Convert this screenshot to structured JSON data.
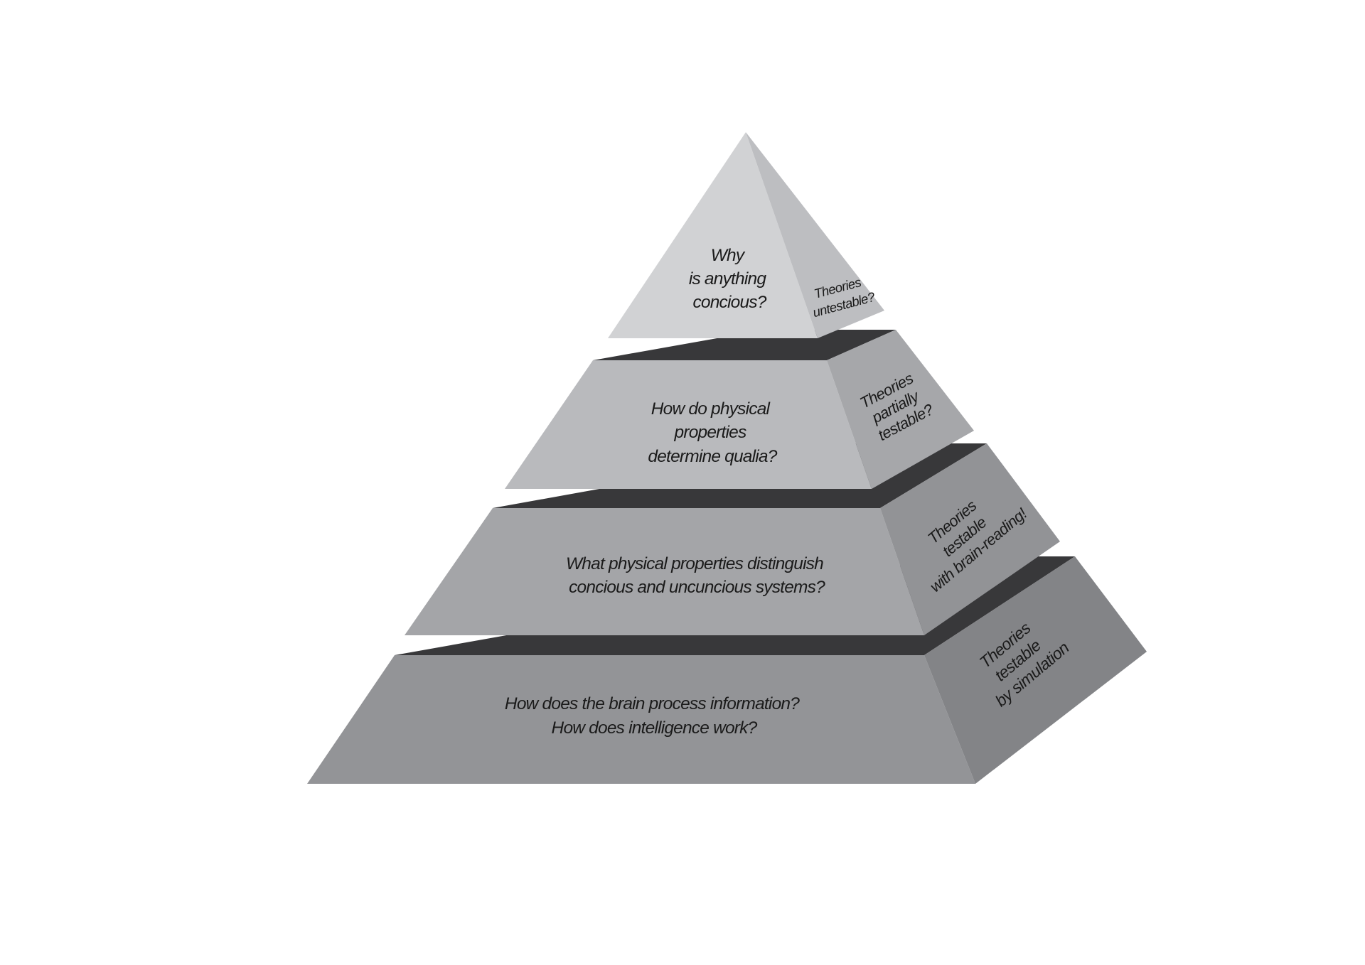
{
  "colors": {
    "background": "#ffffff",
    "tier1_front": "#d1d2d4",
    "tier1_side": "#bdbec1",
    "tier2_front": "#b9babd",
    "tier2_side": "#a6a7aa",
    "tier3_front": "#a4a5a8",
    "tier3_side": "#929396",
    "tier4_front": "#939497",
    "tier4_side": "#838487",
    "tier_top": "#38383a",
    "text": "#1a1a1a"
  },
  "tiers": [
    {
      "question_lines": [
        "Why",
        "is anything",
        "concious?"
      ],
      "side_lines": [
        "Theories",
        "untestable?"
      ]
    },
    {
      "question_lines": [
        "How do physical",
        "properties",
        "determine qualia?"
      ],
      "side_lines": [
        "Theories",
        "partially",
        "testable?"
      ]
    },
    {
      "question_lines": [
        "What physical properties distinguish",
        "concious and uncuncious systems?"
      ],
      "side_lines": [
        "Theories",
        "testable",
        "with brain-reading!"
      ]
    },
    {
      "question_lines": [
        "How does the brain process information?",
        "How does intelligence work?"
      ],
      "side_lines": [
        "Theories",
        "testable",
        "by simulation"
      ]
    }
  ]
}
